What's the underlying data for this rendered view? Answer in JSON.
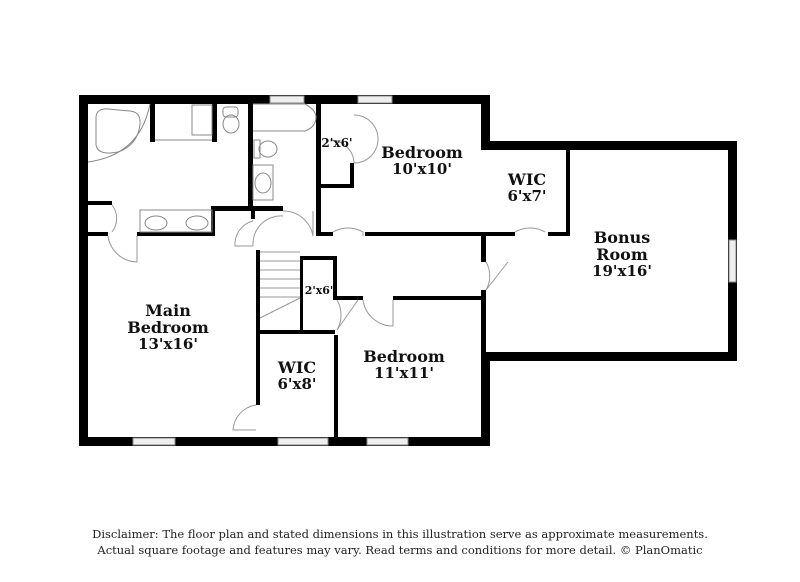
{
  "plan": {
    "rooms": [
      {
        "id": "bedroom-10x10",
        "name": "Bedroom",
        "dims": "10'x10'"
      },
      {
        "id": "closet-2x6-top",
        "name": "",
        "dims": "2'x6'"
      },
      {
        "id": "wic-6x7",
        "name": "WIC",
        "dims": "6'x7'"
      },
      {
        "id": "bonus-room",
        "name": "Bonus Room",
        "name_line1": "Bonus",
        "name_line2": "Room",
        "dims": "19'x16'"
      },
      {
        "id": "main-bedroom",
        "name": "Main Bedroom",
        "name_line1": "Main",
        "name_line2": "Bedroom",
        "dims": "13'x16'"
      },
      {
        "id": "closet-2x6-mid",
        "name": "",
        "dims": "2'x6'"
      },
      {
        "id": "wic-6x8",
        "name": "WIC",
        "dims": "6'x8'"
      },
      {
        "id": "bedroom-11x11",
        "name": "Bedroom",
        "dims": "11'x11'"
      }
    ],
    "colors": {
      "wall": "#000000",
      "fixture": "#8a8a8a",
      "window": "#d9d9d9",
      "background": "#ffffff"
    }
  },
  "disclaimer": {
    "line1": "Disclaimer: The floor plan and stated dimensions in this illustration serve as approximate measurements.",
    "line2": "Actual square footage and features may vary. Read terms and conditions for more detail. © PlanOmatic"
  }
}
